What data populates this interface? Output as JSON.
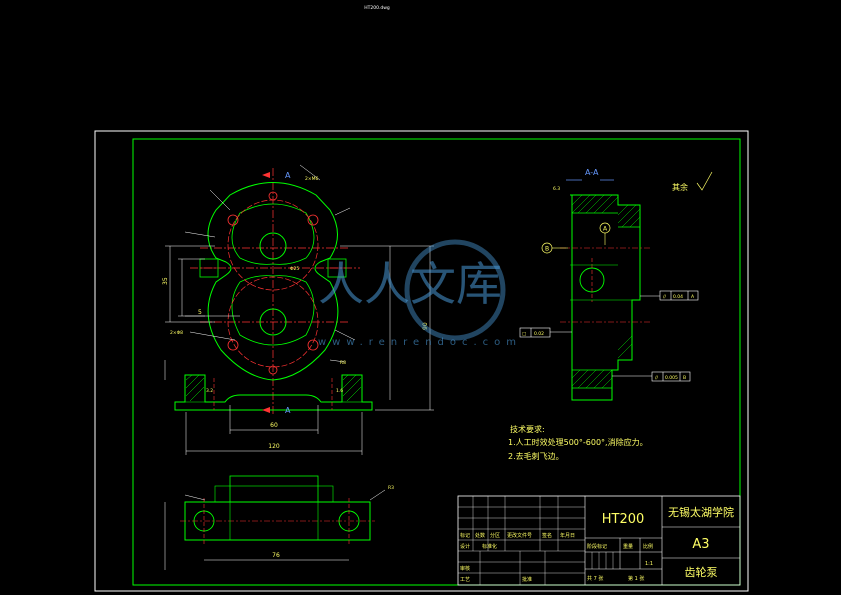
{
  "header": {
    "top_label": "HT200.dwg"
  },
  "drawing": {
    "section_marker": "A",
    "section_view_label": "A-A",
    "roughness_note": "其余",
    "datum_A": "A",
    "datum_B": "B",
    "tech_req": {
      "heading": "技术要求:",
      "line1": "1.人工时效处理500°-600°,消除应力。",
      "line2": "2.去毛刺飞边。"
    },
    "tolerance_frames": [
      {
        "symbol": "//",
        "value": "0.04",
        "datum": "A"
      },
      {
        "symbol": "□",
        "value": "0.02",
        "datum": ""
      },
      {
        "symbol": "//",
        "value": "0.005",
        "datum": "B"
      }
    ],
    "dimensions": {
      "d_top": "2×M6",
      "d_width": "120",
      "d_inner": "60",
      "d_bottom": "76",
      "d_height": "90",
      "d_r": "R8",
      "d_r2": "R3",
      "d_2x": "2×Φ8",
      "d_side1": "35",
      "d_side2": "5",
      "d_bore": "Φ25",
      "d_rough1": "3.2",
      "d_rough2": "1.6",
      "d_rough3": "6.3"
    }
  },
  "title_block": {
    "material": "HT200",
    "school": "无锡太湖学院",
    "size": "A3",
    "part_name": "齿轮泵",
    "scale": "1:1",
    "sheet_total": "共 7 张",
    "sheet_no": "第 1 张",
    "col_headers": [
      "标记",
      "处数",
      "分区",
      "更改文件号",
      "签名",
      "年月日"
    ],
    "row_labels": [
      "设计",
      "审核",
      "工艺"
    ],
    "role_labels": [
      "标准化",
      "批准"
    ],
    "stage_labels": [
      "阶段标记",
      "重量",
      "比例"
    ]
  },
  "watermark": {
    "text": "人人文库",
    "url": "www.renrendoc.com"
  }
}
